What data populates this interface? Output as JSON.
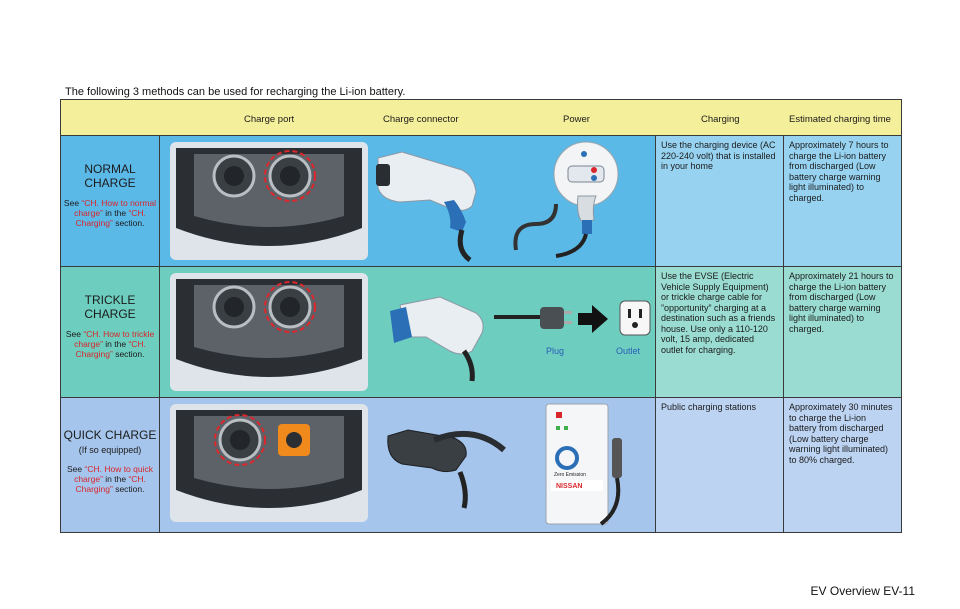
{
  "intro": "The following 3 methods can be used for recharging the Li-ion battery.",
  "headers": {
    "charge_port": "Charge port",
    "charge_connector": "Charge connector",
    "power": "Power",
    "charging": "Charging",
    "time": "Estimated charging time"
  },
  "rows": [
    {
      "title_l1": "NORMAL",
      "title_l2": "CHARGE",
      "see_prefix": "See ",
      "link1": "“CH. How to normal charge”",
      "in_the": " in the ",
      "link2": "“CH. Charging”",
      "suffix": " section.",
      "charging": "Use the charging device (AC 220-240 volt) that is installed in your home",
      "time": "Approximately 7 hours to charge the Li-ion battery from discharged (Low battery charge warning light illuminated) to charged."
    },
    {
      "title_l1": "TRICKLE",
      "title_l2": "CHARGE",
      "see_prefix": "See ",
      "link1": "“CH. How to trickle charge”",
      "in_the": " in the ",
      "link2": "“CH. Charging”",
      "suffix": " section.",
      "charging": "Use the EVSE (Electric Vehicle Supply Equipment) or trickle charge cable for ”opportunity” charging at a destination such as a friends house. Use only a 110-120 volt, 15 amp, dedicated outlet for charging.",
      "time": "Approximately 21 hours to charge the Li-ion battery from discharged (Low battery charge warning light illuminated) to charged.",
      "plug": "Plug",
      "outlet": "Outlet"
    },
    {
      "title_l1": "QUICK CHARGE",
      "title_l2": "(If so equipped)",
      "see_prefix": "See ",
      "link1": "“CH. How to quick charge”",
      "in_the": " in the ",
      "link2": "“CH. Charging”",
      "suffix": " section.",
      "charging": "Public charging stations",
      "time": "Approximately 30 minutes to charge the Li-ion battery from discharged (Low battery charge warning light illuminated) to 80% charged.",
      "station_brand": "NISSAN",
      "station_label": "Zero Emission"
    }
  ],
  "footer": "EV Overview   EV-11",
  "colors": {
    "header_bg": "#f4ef9a",
    "normal_bg": "#5bb9e8",
    "trickle_bg": "#6dcdbf",
    "quick_bg": "#a6c5ec",
    "link_red": "#d8262b"
  }
}
